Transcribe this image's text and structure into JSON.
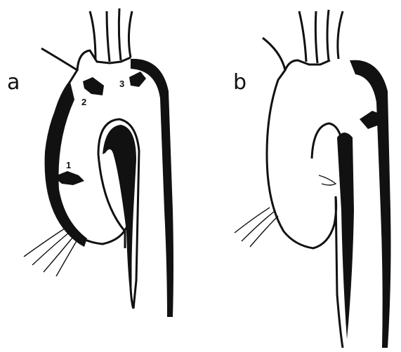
{
  "panels": [
    {
      "letter": "a",
      "markers": [
        "1",
        "2",
        "3"
      ]
    },
    {
      "letter": "b"
    }
  ],
  "colors": {
    "ink": "#111111",
    "paper": "#ffffff"
  }
}
